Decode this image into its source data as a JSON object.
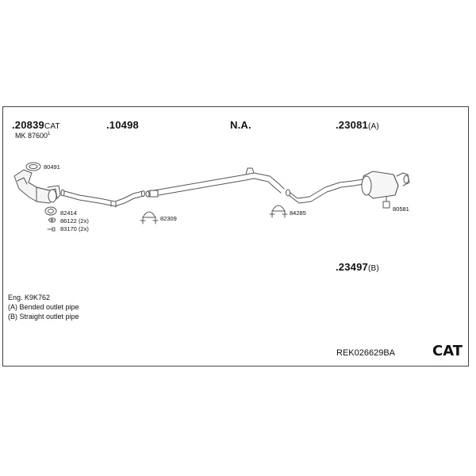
{
  "groups": {
    "g1": {
      "part": ".20839",
      "suffix": "CAT",
      "sub": "MK 87600",
      "sub_sup": "1"
    },
    "g2": {
      "part": ".10498"
    },
    "g3": {
      "part": "N.A."
    },
    "g4": {
      "part": ".23081",
      "suffix": "(A)"
    },
    "g5": {
      "part": ".23497",
      "suffix": "(B)"
    }
  },
  "small_parts": {
    "p80491": "80491",
    "p82414": "82414",
    "p86122": "86122 (2x)",
    "p83170": "83170 (2x)",
    "p82309": "82309",
    "p84285": "84285",
    "p80581": "80581"
  },
  "notes": {
    "engine": "Eng. K9K762",
    "a": "(A) Bended outlet pipe",
    "b": "(B) Straight outlet pipe"
  },
  "footer": {
    "reference": "REK026629BA",
    "badge": "CAT"
  },
  "icons": [
    "gasket-icon",
    "catalytic-converter-icon",
    "pipe-icon",
    "clamp-icon",
    "silencer-icon",
    "hanger-icon",
    "nut-icon",
    "bolt-icon"
  ],
  "colors": {
    "line": "#555555",
    "text": "#111111",
    "border": "#444444"
  }
}
